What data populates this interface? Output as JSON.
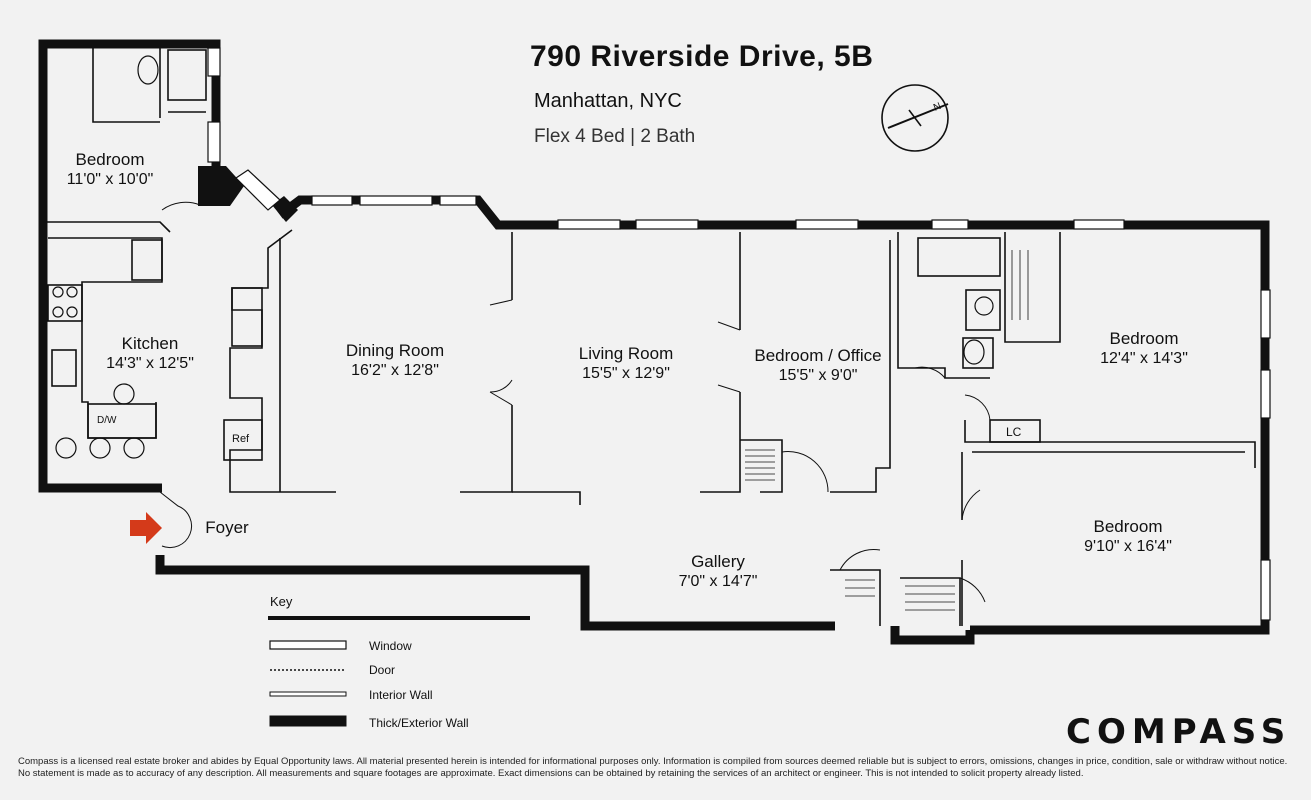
{
  "header": {
    "address": "790 Riverside Drive, 5B",
    "location": "Manhattan, NYC",
    "beds_baths": "Flex 4 Bed  |  2 Bath"
  },
  "rooms": [
    {
      "id": "bedroom-nw",
      "name": "Bedroom",
      "dims": "11'0\" x 10'0\""
    },
    {
      "id": "kitchen",
      "name": "Kitchen",
      "dims": "14'3\" x 12'5\""
    },
    {
      "id": "dining",
      "name": "Dining Room",
      "dims": "16'2\" x 12'8\""
    },
    {
      "id": "living",
      "name": "Living Room",
      "dims": "15'5\" x 12'9\""
    },
    {
      "id": "office",
      "name": "Bedroom / Office",
      "dims": "15'5\" x 9'0\""
    },
    {
      "id": "bedroom-ne",
      "name": "Bedroom",
      "dims": "12'4\" x 14'3\""
    },
    {
      "id": "bedroom-se",
      "name": "Bedroom",
      "dims": "9'10\" x 16'4\""
    },
    {
      "id": "gallery",
      "name": "Gallery",
      "dims": "7'0\" x 14'7\""
    },
    {
      "id": "foyer",
      "name": "Foyer",
      "dims": ""
    }
  ],
  "fixtures": {
    "dw": "D/W",
    "ref": "Ref",
    "lc": "LC"
  },
  "key": {
    "title": "Key",
    "items": [
      {
        "type": "window",
        "label": "Window"
      },
      {
        "type": "door",
        "label": "Door"
      },
      {
        "type": "interior",
        "label": "Interior Wall"
      },
      {
        "type": "thick",
        "label": "Thick/Exterior Wall"
      }
    ]
  },
  "brand": "COMPASS",
  "disclaimer": "Compass is a licensed real estate broker and abides by Equal Opportunity laws.  All material presented herein is intended for informational purposes only.  Information is compiled  from sources deemed reliable but is subject to errors, omissions, changes in price, condition, sale or withdraw without notice.  No statement is made as to accuracy of any description.  All measurements and square footages are approximate.  Exact dimensions can be obtained by retaining the services of an architect or engineer.  This is not intended to solicit property already listed.",
  "colors": {
    "wall": "#111111",
    "entry_arrow": "#d43a1a",
    "window_fill": "#ffffff"
  },
  "icons": {
    "compass_rose": "north-arrow-icon",
    "entry": "entry-arrow-icon"
  }
}
